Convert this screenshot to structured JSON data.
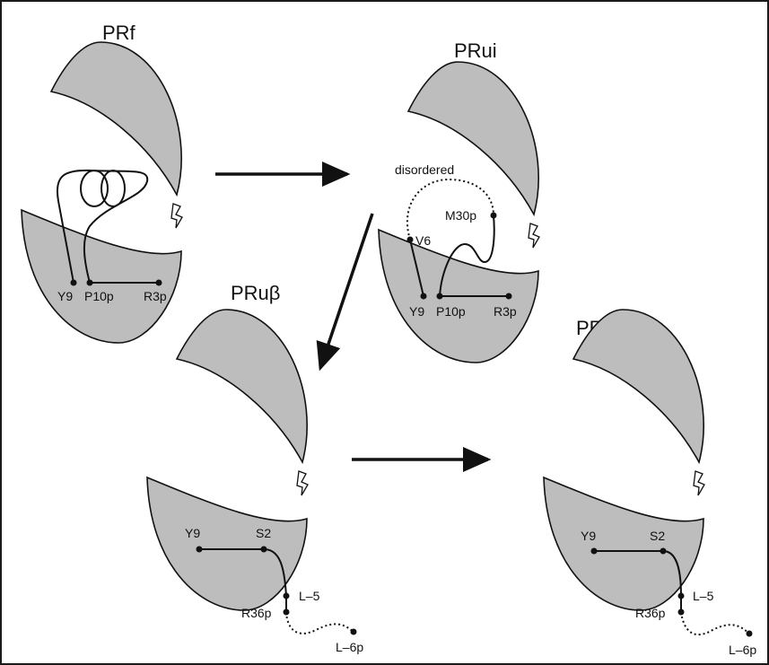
{
  "panels": {
    "prf": {
      "title": "PRf",
      "labels": {
        "y9": "Y9",
        "p10p": "P10p",
        "r3p": "R3p"
      }
    },
    "prui": {
      "title": "PRui",
      "labels": {
        "disordered": "disordered",
        "m30p": "M30p",
        "v6": "V6",
        "y9": "Y9",
        "p10p": "P10p",
        "r3p": "R3p"
      }
    },
    "prub": {
      "title": "PRuβ",
      "labels": {
        "y9": "Y9",
        "s2": "S2",
        "l5": "L–5",
        "r36p": "R36p",
        "l6p": "L–6p"
      }
    },
    "prua": {
      "title": "PRuα",
      "labels": {
        "y9": "Y9",
        "s2": "S2",
        "l5": "L–5",
        "r36p": "R36p",
        "l6p": "L–6p"
      }
    }
  },
  "colors": {
    "lobe_fill": "#bdbdbd",
    "stroke": "#111111",
    "background": "#ffffff"
  }
}
